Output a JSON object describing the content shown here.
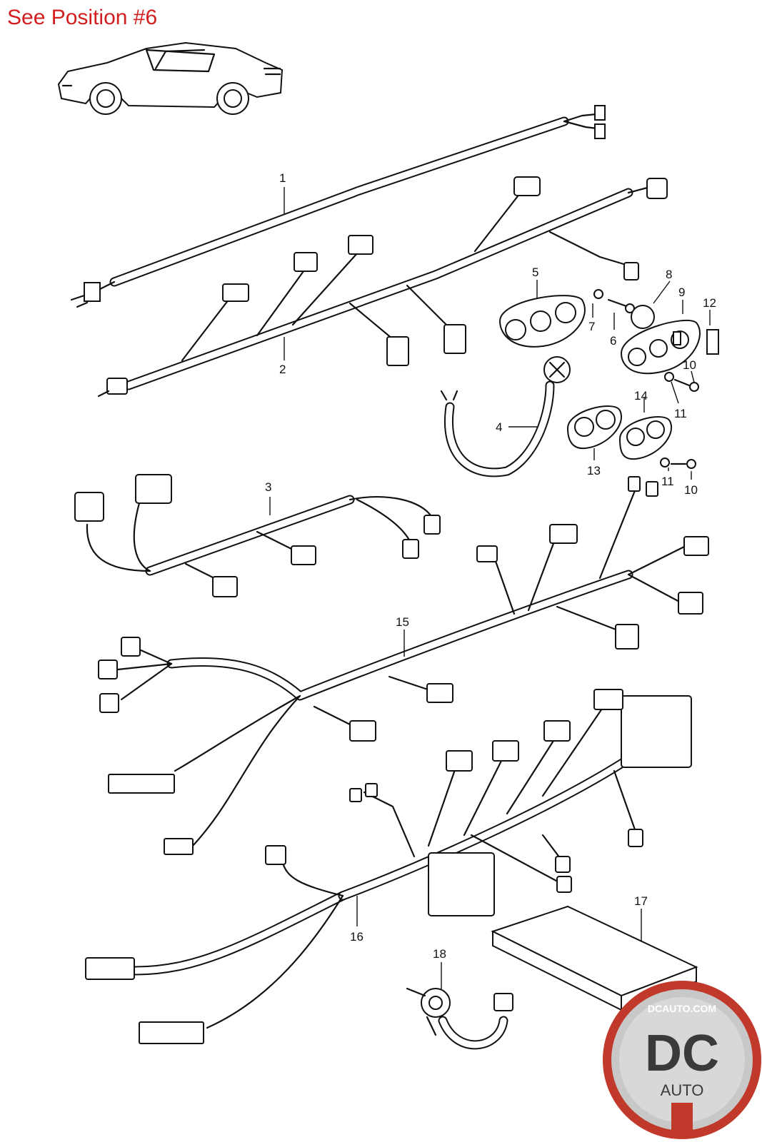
{
  "header": {
    "text": "See Position #6",
    "color": "#d21e1e"
  },
  "callouts": [
    "1",
    "2",
    "3",
    "4",
    "5",
    "6",
    "7",
    "8",
    "9",
    "10",
    "11",
    "12",
    "13",
    "14",
    "15",
    "16",
    "17",
    "18"
  ],
  "logo": {
    "url_text": "DCAUTO.COM",
    "main_text": "DC",
    "sub_text": "AUTO",
    "ring_color": "#c0392b"
  }
}
